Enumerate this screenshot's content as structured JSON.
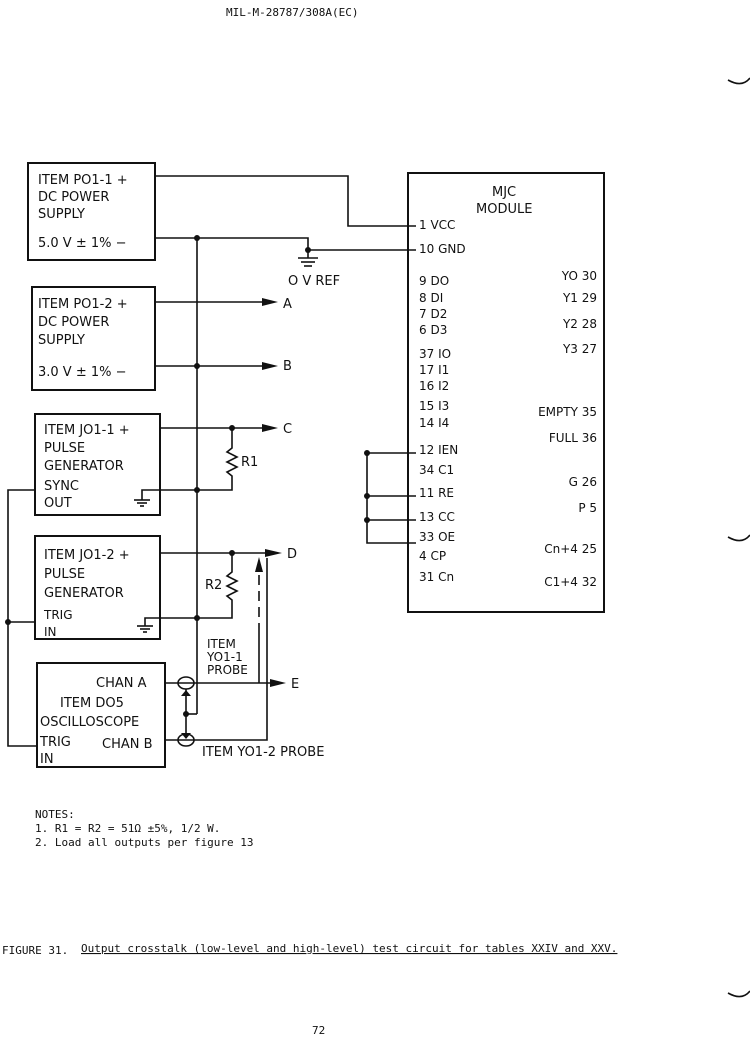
{
  "header": {
    "doc_id": "MIL-M-28787/308A(EC)"
  },
  "items": {
    "p01_1": {
      "l1": "ITEM PO1-1 +",
      "l2": "DC POWER",
      "l3": "SUPPLY",
      "l4": "5.0 V ± 1% −"
    },
    "p01_2": {
      "l1": "ITEM PO1-2 +",
      "l2": "DC POWER",
      "l3": "SUPPLY",
      "l4": "3.0 V ± 1%  −"
    },
    "j01_1": {
      "l1": "ITEM JO1-1 +",
      "l2": "PULSE",
      "l3": "GENERATOR",
      "l4": "SYNC",
      "l5": "OUT"
    },
    "j01_2": {
      "l1": "ITEM JO1-2 +",
      "l2": "PULSE",
      "l3": "GENERATOR",
      "l4": "TRIG",
      "l5": "IN"
    },
    "d05": {
      "l1": "CHAN A",
      "l2": "ITEM DO5",
      "l3": "OSCILLOSCOPE",
      "l4": "TRIG",
      "l5": "CHAN B",
      "l6": "IN"
    }
  },
  "nodes": {
    "A": "A",
    "B": "B",
    "C": "C",
    "D": "D",
    "E": "E",
    "ov_ref": "O V REF"
  },
  "resistors": {
    "r1": "R1",
    "r2": "R2"
  },
  "probes": {
    "y01_1_l1": "ITEM",
    "y01_1_l2": "YO1-1",
    "y01_1_l3": "PROBE",
    "y01_2": "ITEM YO1-2 PROBE"
  },
  "module": {
    "title_l1": "MJC",
    "title_l2": "MODULE",
    "left_pins": [
      "1 VCC",
      "10 GND",
      "9 DO",
      "8 DI",
      "7 D2",
      "6 D3",
      "37 IO",
      "17 I1",
      "16 I2",
      "15 I3",
      "14 I4",
      "12 IEN",
      "34 C1",
      "11 RE",
      "13 CC",
      "33 OE",
      "4 CP",
      "31 Cn"
    ],
    "right_pins": [
      "YO 30",
      "Y1 29",
      "Y2 28",
      "Y3 27",
      "EMPTY 35",
      "FULL 36",
      "G 26",
      "P 5",
      "Cn+4 25",
      "C1+4 32"
    ]
  },
  "notes": {
    "heading": "NOTES:",
    "n1": "1.  R1 = R2 = 51Ω ±5%, 1/2 W.",
    "n2": "2.  Load all outputs per figure 13"
  },
  "caption": {
    "prefix": "FIGURE 31.",
    "text": "Output crosstalk (low-level and high-level) test circuit for tables XXIV and XXV."
  },
  "footer": {
    "page_number": "72"
  }
}
